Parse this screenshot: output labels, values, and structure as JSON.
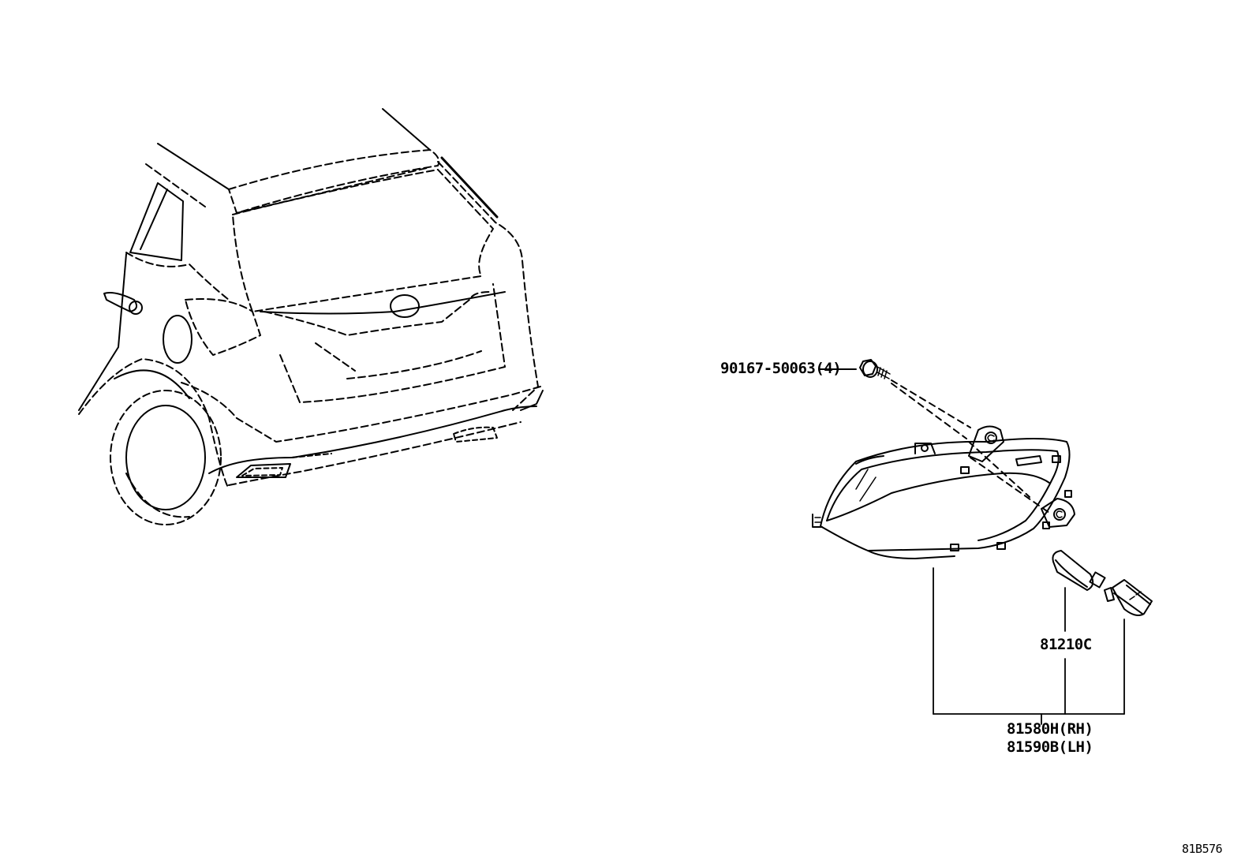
{
  "diagram": {
    "part_labels": {
      "bolt": "90167-50063(4)",
      "bulb": "81210C",
      "assembly_rh": "81580H(RH)",
      "assembly_lh": "81590B(LH)"
    },
    "reference_code": "81B576",
    "line_color": "#000000",
    "background_color": "#ffffff"
  }
}
